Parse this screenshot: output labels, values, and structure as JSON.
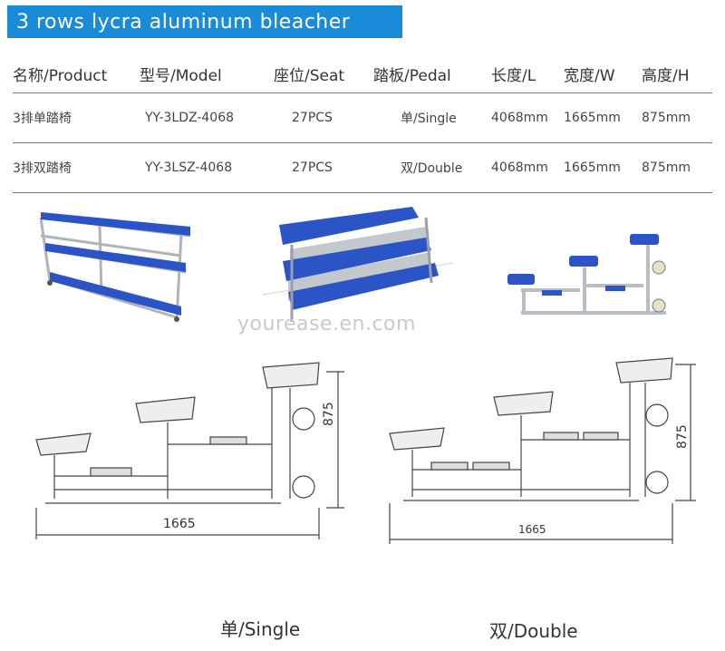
{
  "banner": {
    "title": "3 rows lycra aluminum bleacher"
  },
  "table": {
    "headers": [
      "名称/Product",
      "型号/Model",
      "座位/Seat",
      "踏板/Pedal",
      "长度/L",
      "宽度/W",
      "高度/H"
    ],
    "rows": [
      [
        "3排单踏椅",
        "YY-3LDZ-4068",
        "27PCS",
        "单/Single",
        "4068mm",
        "1665mm",
        "875mm"
      ],
      [
        "3排双踏椅",
        "YY-3LSZ-4068",
        "27PCS",
        "双/Double",
        "4068mm",
        "1665mm",
        "875mm"
      ]
    ]
  },
  "watermark": "yourease.en.com",
  "drawings": {
    "single": {
      "width_label": "1665",
      "height_label": "875",
      "caption": "单/Single"
    },
    "double": {
      "width_label": "1665",
      "height_label": "875",
      "caption": "双/Double"
    }
  },
  "colors": {
    "banner_blue": "#1a8bd8",
    "seat_blue": "#2b54c6",
    "frame_grey": "#b9bec4"
  }
}
